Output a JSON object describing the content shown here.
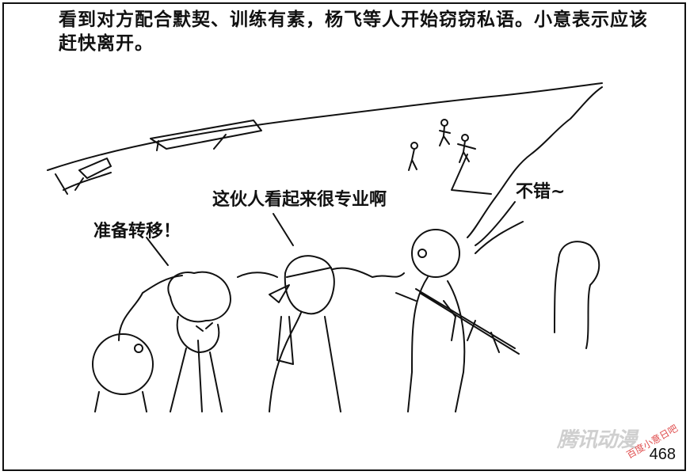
{
  "caption": "看到对方配合默契、训练有素，杨飞等人开始窃窃私语。小意表示应该赶快离开。",
  "bubbles": {
    "left": "准备转移！",
    "middle": "这伙人看起来很专业啊",
    "right": "不错~"
  },
  "page_number": "468",
  "watermark": {
    "main": "腾讯动漫",
    "sub": "百度小意日吧"
  }
}
